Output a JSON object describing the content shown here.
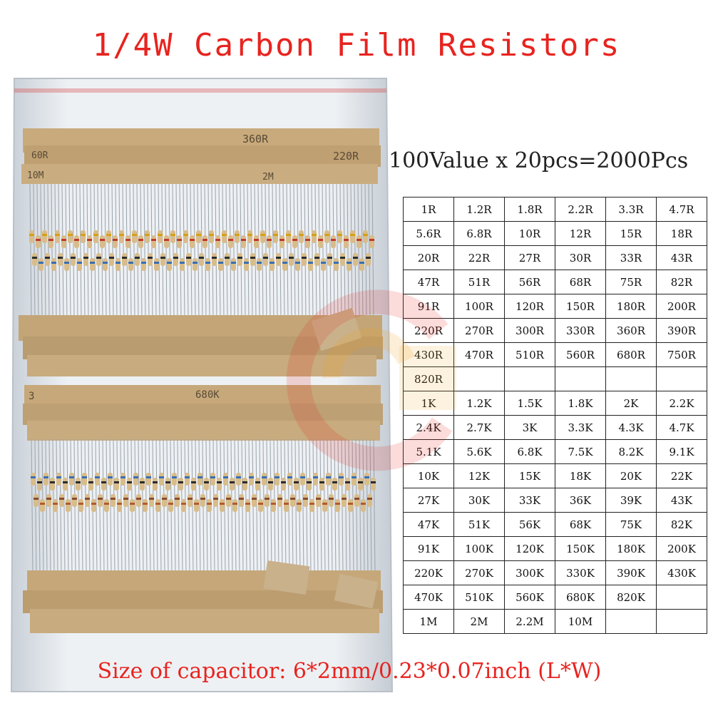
{
  "title": "1/4W Carbon Film Resistors",
  "spec_line": "100Value x 20pcs=2000Pcs",
  "size_caption": "Size of capacitor: 6*2mm/0.23*0.07inch (L*W)",
  "bag_tape_labels": [
    "360R",
    "220R",
    "60R",
    "10M",
    "2M",
    "680K",
    "3"
  ],
  "colors": {
    "accent_red": "#e8231f",
    "tape_tan": "#c8aa7c",
    "bag_tint": "#d8dee6"
  },
  "value_table": {
    "rows": [
      [
        "1R",
        "1.2R",
        "1.8R",
        "2.2R",
        "3.3R",
        "4.7R"
      ],
      [
        "5.6R",
        "6.8R",
        "10R",
        "12R",
        "15R",
        "18R"
      ],
      [
        "20R",
        "22R",
        "27R",
        "30R",
        "33R",
        "43R"
      ],
      [
        "47R",
        "51R",
        "56R",
        "68R",
        "75R",
        "82R"
      ],
      [
        "91R",
        "100R",
        "120R",
        "150R",
        "180R",
        "200R"
      ],
      [
        "220R",
        "270R",
        "300R",
        "330R",
        "360R",
        "390R"
      ],
      [
        "430R",
        "470R",
        "510R",
        "560R",
        "680R",
        "750R"
      ],
      [
        "820R",
        "",
        "",
        "",
        "",
        ""
      ],
      [
        "1K",
        "1.2K",
        "1.5K",
        "1.8K",
        "2K",
        "2.2K"
      ],
      [
        "2.4K",
        "2.7K",
        "3K",
        "3.3K",
        "4.3K",
        "4.7K"
      ],
      [
        "5.1K",
        "5.6K",
        "6.8K",
        "7.5K",
        "8.2K",
        "9.1K"
      ],
      [
        "10K",
        "12K",
        "15K",
        "18K",
        "20K",
        "22K"
      ],
      [
        "27K",
        "30K",
        "33K",
        "36K",
        "39K",
        "43K"
      ],
      [
        "47K",
        "51K",
        "56K",
        "68K",
        "75K",
        "82K"
      ],
      [
        "91K",
        "100K",
        "120K",
        "150K",
        "180K",
        "200K"
      ],
      [
        "220K",
        "270K",
        "300K",
        "330K",
        "390K",
        "430K"
      ],
      [
        "470K",
        "510K",
        "560K",
        "680K",
        "820K",
        ""
      ],
      [
        "1M",
        "2M",
        "2.2M",
        "10M",
        "",
        ""
      ]
    ]
  }
}
